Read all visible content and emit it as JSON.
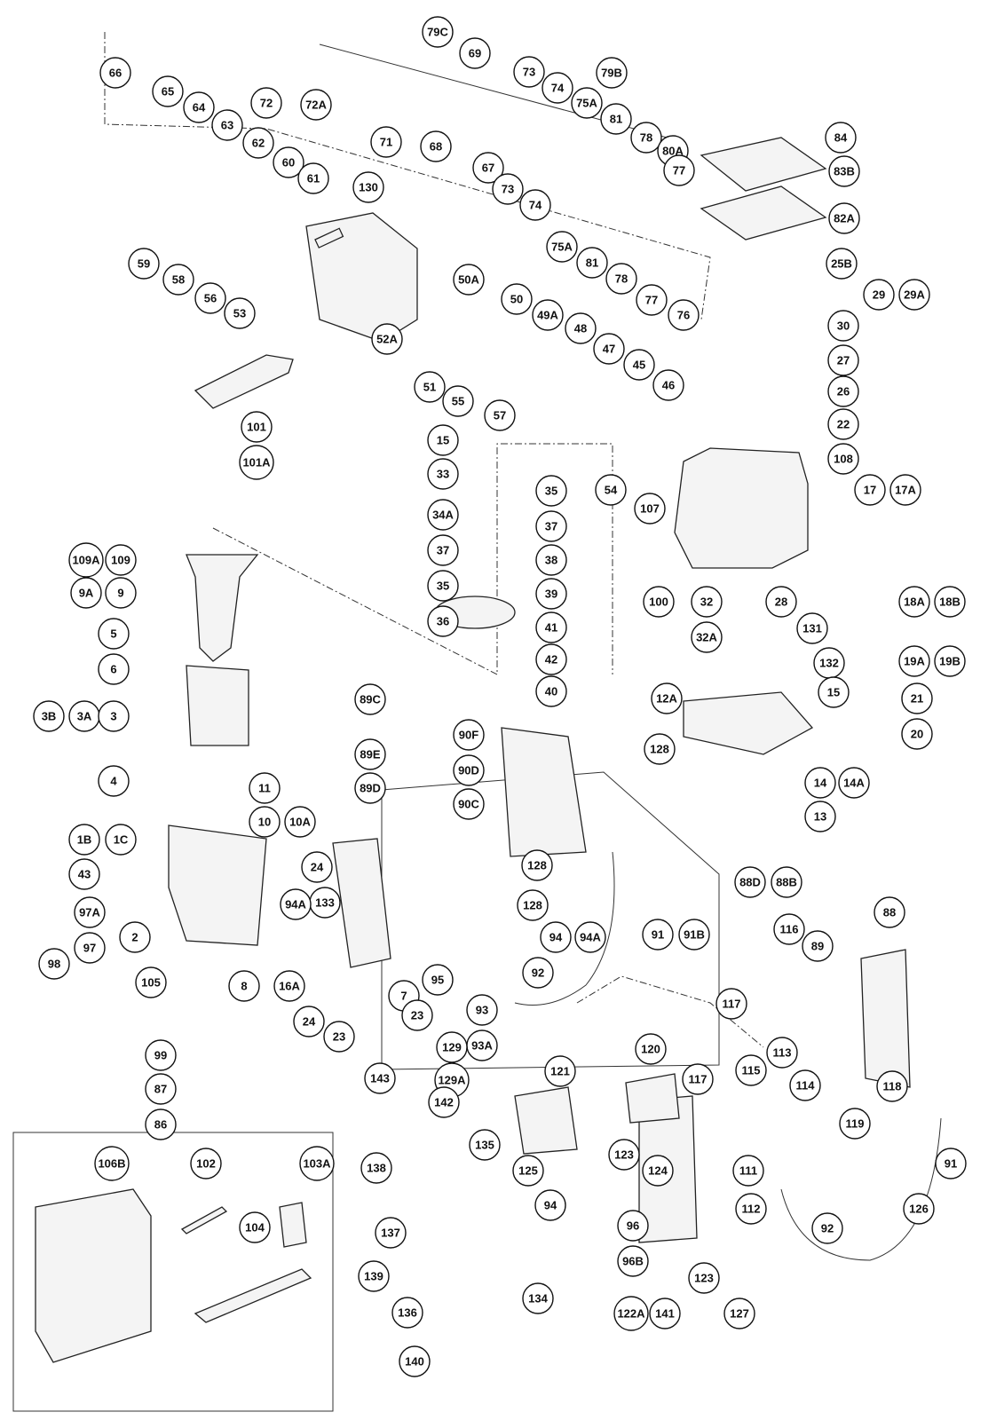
{
  "diagram": {
    "type": "exploded-parts-diagram",
    "callouts": [
      "79C",
      "69",
      "73",
      "74",
      "79B",
      "75A",
      "81",
      "78",
      "80A",
      "77",
      "84",
      "83B",
      "82A",
      "66",
      "65",
      "64",
      "63",
      "62",
      "60",
      "61",
      "72",
      "72A",
      "71",
      "68",
      "67",
      "73",
      "74",
      "75A",
      "81",
      "78",
      "77",
      "76",
      "130",
      "59",
      "58",
      "56",
      "53",
      "52A",
      "51",
      "55",
      "57",
      "50A",
      "50",
      "49A",
      "48",
      "47",
      "45",
      "46",
      "25B",
      "29",
      "29A",
      "30",
      "27",
      "26",
      "22",
      "108",
      "17",
      "17A",
      "101",
      "101A",
      "15",
      "33",
      "54",
      "34A",
      "37",
      "35",
      "36",
      "35",
      "37",
      "38",
      "39",
      "41",
      "42",
      "40",
      "107",
      "100",
      "32",
      "32A",
      "28",
      "131",
      "18A",
      "18B",
      "132",
      "15",
      "19A",
      "19B",
      "12A",
      "21",
      "20",
      "128",
      "14",
      "14A",
      "13",
      "109A",
      "109",
      "9A",
      "9",
      "5",
      "6",
      "3B",
      "3A",
      "3",
      "4",
      "11",
      "10",
      "10A",
      "1B",
      "1C",
      "43",
      "24",
      "133",
      "94A",
      "97A",
      "2",
      "97",
      "98",
      "105",
      "8",
      "16A",
      "24",
      "23",
      "99",
      "87",
      "86",
      "89C",
      "90F",
      "90D",
      "89E",
      "89D",
      "90C",
      "128",
      "128",
      "94",
      "94A",
      "91",
      "91B",
      "88D",
      "88B",
      "7",
      "95",
      "92",
      "93",
      "93A",
      "129",
      "129A",
      "23",
      "116",
      "89",
      "88",
      "117",
      "113",
      "115",
      "114",
      "118",
      "119",
      "120",
      "121",
      "143",
      "142",
      "135",
      "123",
      "124",
      "117",
      "125",
      "94",
      "111",
      "112",
      "126",
      "91",
      "92",
      "96",
      "96B",
      "138",
      "137",
      "139",
      "134",
      "136",
      "140",
      "123",
      "127",
      "122A",
      "141",
      "106B",
      "102",
      "103A",
      "104"
    ]
  }
}
